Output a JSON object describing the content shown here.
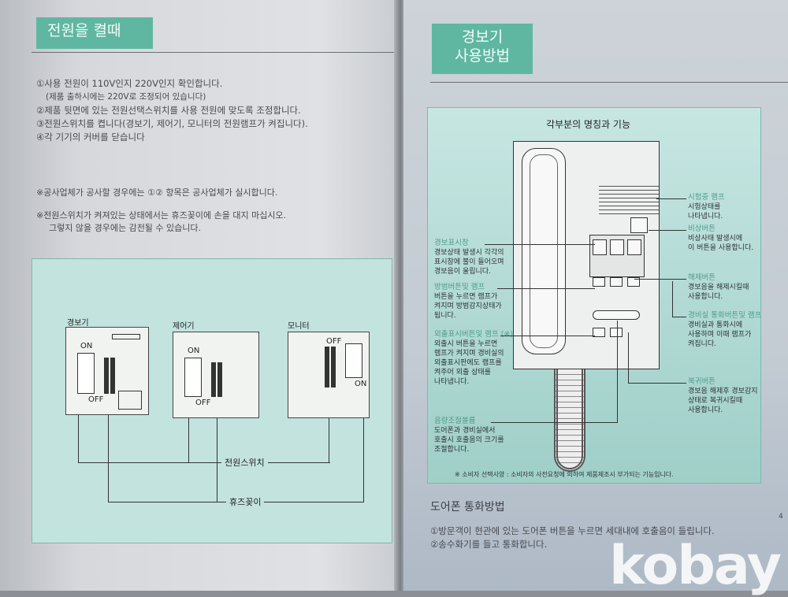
{
  "left_page": {
    "title": "전원을 켤때",
    "steps": [
      "①사용 전원이 110V인지 220V인지 확인합니다.",
      "(제품 출하시에는 220V로 조정되어 있습니다)",
      "②제품 뒷면에 있는 전원선택스위치를 사용 전원에 맞도록 조정합니다.",
      "③전원스위치를 켭니다(경보기, 제어기, 모니터의 전원램프가 켜집니다).",
      "④각 기기의 커버를 닫습니다"
    ],
    "notes": [
      "※공사업체가 공사할 경우에는 ①② 항목은 공사업체가 실시합니다.",
      "※전원스위치가 켜져있는 상태에서는 휴즈꽂이에 손을 대지 마십시오.",
      "그렇지 않을 경우에는 감전될 수 있습니다."
    ],
    "diagram": {
      "devices": [
        "경보기",
        "제어기",
        "모니터"
      ],
      "on": "ON",
      "off": "OFF",
      "power_switch": "전원스위치",
      "fuse_holder": "휴즈꽂이"
    }
  },
  "right_page": {
    "title_line1": "경보기",
    "title_line2": "사용방법",
    "diagram_title": "각부분의 명칭과 기능",
    "left_callouts": [
      {
        "name": "경보표시창",
        "desc": [
          "경보상태 발생시 각각의",
          "표시창에 불이 들어오며",
          "경보음이 울립니다."
        ]
      },
      {
        "name": "방범버튼및 램프",
        "desc": [
          "버튼을 누르면 램프가",
          "켜지며 방범감지상태가",
          "됩니다."
        ]
      },
      {
        "name": "외출표시버튼및 램프 (※)",
        "desc": [
          "외출시 버튼을 누르면",
          "램프가 켜지며 경비실의",
          "외출표시판에도 램프를",
          "켜주어 외출 상태를",
          "나타냅니다."
        ]
      },
      {
        "name": "음량조절볼륨",
        "desc": [
          "도어폰과 경비실에서",
          "호출시 호출음의 크기를",
          "조절합니다."
        ]
      }
    ],
    "right_callouts": [
      {
        "name": "시험중 램프",
        "desc": [
          "시험상태를",
          "나타냅니다."
        ]
      },
      {
        "name": "비상버튼",
        "desc": [
          "비상사태 발생시에",
          "이 버튼을 사용합니다."
        ]
      },
      {
        "name": "해제버튼",
        "desc": [
          "경보음을 해제시킬때",
          "사용합니다."
        ]
      },
      {
        "name": "경비실 통화버튼및 램프",
        "desc": [
          "경비실과 통화시에",
          "사용하며 이때 램프가",
          "켜집니다."
        ]
      },
      {
        "name": "복귀버튼",
        "desc": [
          "경보음 해제후 경보감지",
          "상태로 복귀시킬때",
          "사용합니다."
        ]
      }
    ],
    "footnote": "※ 소비자 선택사양 : 소비자의 사전요청에 의하여 제품제조시 부가되는 기능입니다.",
    "section_title": "도어폰 통화방법",
    "section_steps": [
      "①방문객이 현관에 있는 도어폰 버튼을 누르면 세대내에 호출음이 들립니다.",
      "②송수화기를 들고 통화합니다."
    ],
    "page_number": "4"
  },
  "watermark": "kobay"
}
